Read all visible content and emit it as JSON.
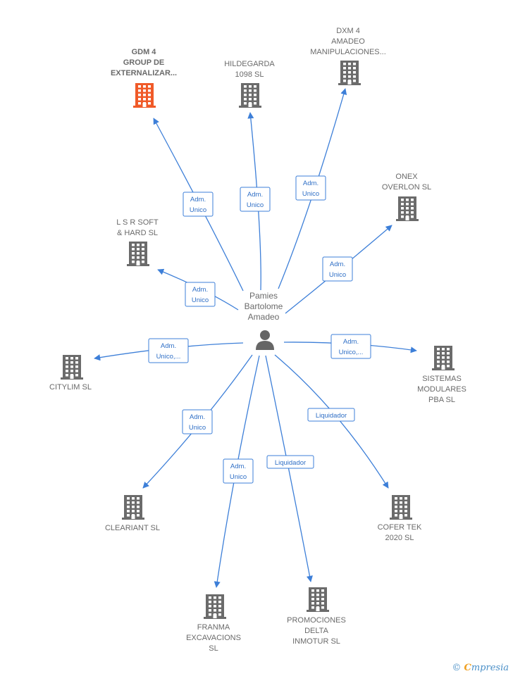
{
  "center": {
    "name_lines": [
      "Pamies",
      "Bartolome",
      "Amadeo"
    ],
    "icon": "person-icon"
  },
  "companies": [
    {
      "id": "gdm4",
      "lines": [
        "GDM 4",
        "GROUP DE",
        "EXTERNALIZAR..."
      ],
      "highlight": true,
      "color": "#f05a28",
      "role": [
        "Adm.",
        "Unico"
      ]
    },
    {
      "id": "hildegarda",
      "lines": [
        "HILDEGARDA",
        "1098  SL"
      ],
      "highlight": false,
      "color": "#6b6b6b",
      "role": [
        "Adm.",
        "Unico"
      ]
    },
    {
      "id": "dxm4",
      "lines": [
        "DXM 4",
        "AMADEO",
        "MANIPULACIONES..."
      ],
      "highlight": false,
      "color": "#6b6b6b",
      "role": [
        "Adm.",
        "Unico"
      ]
    },
    {
      "id": "onex",
      "lines": [
        "ONEX",
        "OVERLON  SL"
      ],
      "highlight": false,
      "color": "#6b6b6b",
      "role": [
        "Adm.",
        "Unico"
      ]
    },
    {
      "id": "lsr",
      "lines": [
        "L S R SOFT",
        "& HARD  SL"
      ],
      "highlight": false,
      "color": "#6b6b6b",
      "role": [
        "Adm.",
        "Unico"
      ]
    },
    {
      "id": "citylim",
      "lines": [
        "CITYLIM  SL"
      ],
      "highlight": false,
      "color": "#6b6b6b",
      "role": [
        "Adm.",
        "Unico,..."
      ]
    },
    {
      "id": "sistemas",
      "lines": [
        "SISTEMAS",
        "MODULARES",
        "PBA  SL"
      ],
      "highlight": false,
      "color": "#6b6b6b",
      "role": [
        "Adm.",
        "Unico,..."
      ]
    },
    {
      "id": "cleariant",
      "lines": [
        "CLEARIANT  SL"
      ],
      "highlight": false,
      "color": "#6b6b6b",
      "role": [
        "Adm.",
        "Unico"
      ]
    },
    {
      "id": "cofer",
      "lines": [
        "COFER TEK",
        "2020 SL"
      ],
      "highlight": false,
      "color": "#6b6b6b",
      "role": [
        "Liquidador"
      ]
    },
    {
      "id": "franma",
      "lines": [
        "FRANMA",
        "EXCAVACIONS",
        "SL"
      ],
      "highlight": false,
      "color": "#6b6b6b",
      "role": [
        "Adm.",
        "Unico"
      ]
    },
    {
      "id": "promociones",
      "lines": [
        "PROMOCIONES",
        "DELTA",
        "INMOTUR SL"
      ],
      "highlight": false,
      "color": "#6b6b6b",
      "role": [
        "Liquidador"
      ]
    }
  ],
  "icons": {
    "company": "building-icon",
    "copyright": "copyright-icon"
  },
  "colors": {
    "edge": "#3d7fd8",
    "label_text": "#6a6a6a",
    "highlight": "#f05a28"
  },
  "brand": {
    "copyright": "©",
    "first_letter": "C",
    "rest": "mpresia"
  }
}
